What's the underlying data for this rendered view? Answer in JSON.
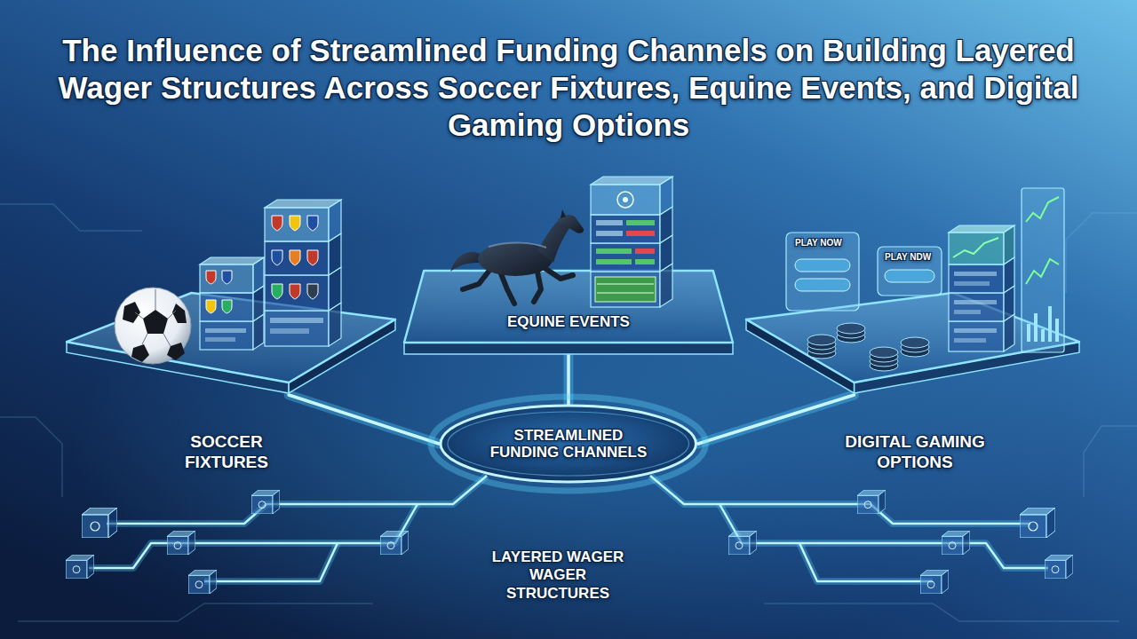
{
  "diagram": {
    "title": "The Influence of Streamlined Funding Channels on Building Layered Wager Structures Across Soccer Fixtures, Equine Events, and Digital Gaming Options",
    "nodes": [
      {
        "text": [
          "SOCCER FIXTURES"
        ]
      },
      {
        "text": [
          "EQUINE EVENTS"
        ]
      },
      {
        "text": [
          "DIGITAL GAMING OPTIONS"
        ]
      },
      {
        "text": [
          "STREAMLINED FUNDING CHANNELS"
        ]
      }
    ],
    "edges": [
      {
        "from": 3,
        "to": 0,
        "arrow": "none"
      },
      {
        "from": 3,
        "to": 1,
        "arrow": "none"
      },
      {
        "from": 3,
        "to": 2,
        "arrow": "none"
      }
    ],
    "labels": [
      "PLAY NOW",
      "PLAY NDW",
      "LAYERED WAGER WAGER STRUCTURES"
    ]
  }
}
